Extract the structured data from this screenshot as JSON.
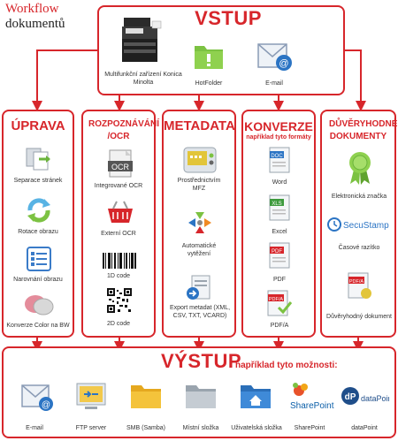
{
  "header": {
    "line1": "Workflow",
    "line2": "dokumentů"
  },
  "input": {
    "title": "VSTUP",
    "items": [
      {
        "label": "Multifunkční zařízení Konica Minolta",
        "icon": "mfp-printer-icon"
      },
      {
        "label": "HotFolder",
        "icon": "hotfolder-icon"
      },
      {
        "label": "E-mail",
        "icon": "email-icon"
      }
    ]
  },
  "columns": [
    {
      "title": "ÚPRAVA",
      "subtitle": "",
      "items": [
        {
          "label": "Separace stránek",
          "icon": "page-separation-icon"
        },
        {
          "label": "Rotace obrazu",
          "icon": "rotate-icon"
        },
        {
          "label": "Narovnání obrazu",
          "icon": "straighten-icon"
        },
        {
          "label": "Konverze Color na BW",
          "icon": "color-convert-icon"
        }
      ]
    },
    {
      "title": "ROZPOZNÁVÁNÍ /OCR",
      "subtitle": "",
      "items": [
        {
          "label": "Integrované OCR",
          "icon": "ocr-icon",
          "badge": "OCR"
        },
        {
          "label": "Externí OCR",
          "icon": "basket-icon"
        },
        {
          "label": "1D code",
          "icon": "barcode-icon"
        },
        {
          "label": "2D code",
          "icon": "qrcode-icon"
        }
      ]
    },
    {
      "title": "METADATA",
      "subtitle": "",
      "items": [
        {
          "label": "Prostřednictvím MFZ",
          "icon": "mfp-panel-icon"
        },
        {
          "label": "Automatické vytěžení",
          "icon": "auto-extract-icon"
        },
        {
          "label": "Export metadat (XML, CSV, TXT, VCARD)",
          "icon": "export-icon"
        }
      ]
    },
    {
      "title": "KONVERZE",
      "subtitle": "například tyto formáty",
      "items": [
        {
          "label": "Word",
          "icon": "word-icon",
          "badge": "DOC"
        },
        {
          "label": "Excel",
          "icon": "excel-icon",
          "badge": "XLS"
        },
        {
          "label": "PDF",
          "icon": "pdf-icon",
          "badge": "PDF"
        },
        {
          "label": "PDF/A",
          "icon": "pdfa-icon",
          "badge": "PDF/A"
        }
      ]
    },
    {
      "title": "DŮVĚRYHODNÉ DOKUMENTY",
      "subtitle": "",
      "items": [
        {
          "label": "Elektronická značka",
          "icon": "seal-icon"
        },
        {
          "label": "Časové razítko",
          "icon": "secustamp-icon",
          "badge": "SecuStamp"
        },
        {
          "label": "Důvěryhodný dokument",
          "icon": "trusted-pdf-icon",
          "badge": "PDF/A"
        }
      ]
    }
  ],
  "output": {
    "title": "VÝSTUP",
    "subtitle": "například tyto možnosti:",
    "items": [
      {
        "label": "E-mail",
        "icon": "email-icon"
      },
      {
        "label": "FTP server",
        "icon": "ftp-server-icon"
      },
      {
        "label": "SMB (Samba)",
        "icon": "smb-folder-icon"
      },
      {
        "label": "Místní složka",
        "icon": "local-folder-icon"
      },
      {
        "label": "Uživatelská složka",
        "icon": "user-folder-icon"
      },
      {
        "label": "SharePoint",
        "icon": "sharepoint-icon",
        "badge": "SharePoint"
      },
      {
        "label": "dataPoint",
        "icon": "datapoint-icon",
        "badge": "dataPoint"
      }
    ]
  },
  "colors": {
    "accent": "#d7262b"
  }
}
